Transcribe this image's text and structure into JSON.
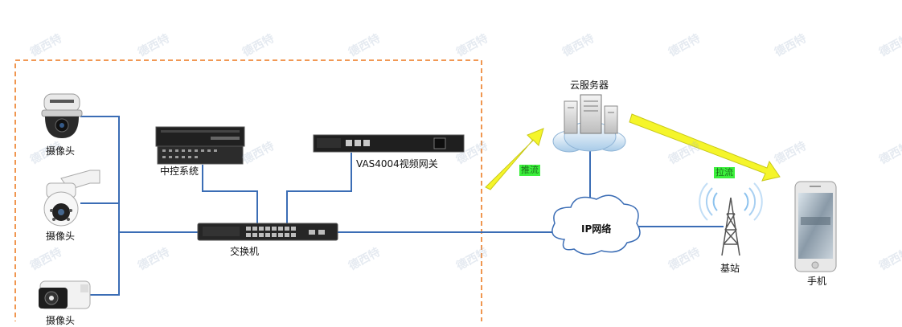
{
  "watermark": "德西特",
  "colors": {
    "link_line": "#3b6db5",
    "dashed_border": "#ef8a3c",
    "flow_arrow": "#f5f52a",
    "flow_tag_bg": "#3df03d"
  },
  "nodes": {
    "camera_1": "摄像头",
    "camera_2": "摄像头",
    "camera_3": "摄像头",
    "central_control": "中控系统",
    "gateway": "VAS4004视频网关",
    "switch": "交换机",
    "cloud_server": "云服务器",
    "ip_network": "IP网络",
    "base_station": "基站",
    "phone": "手机"
  },
  "flows": {
    "push": "推流",
    "pull": "拉流"
  }
}
